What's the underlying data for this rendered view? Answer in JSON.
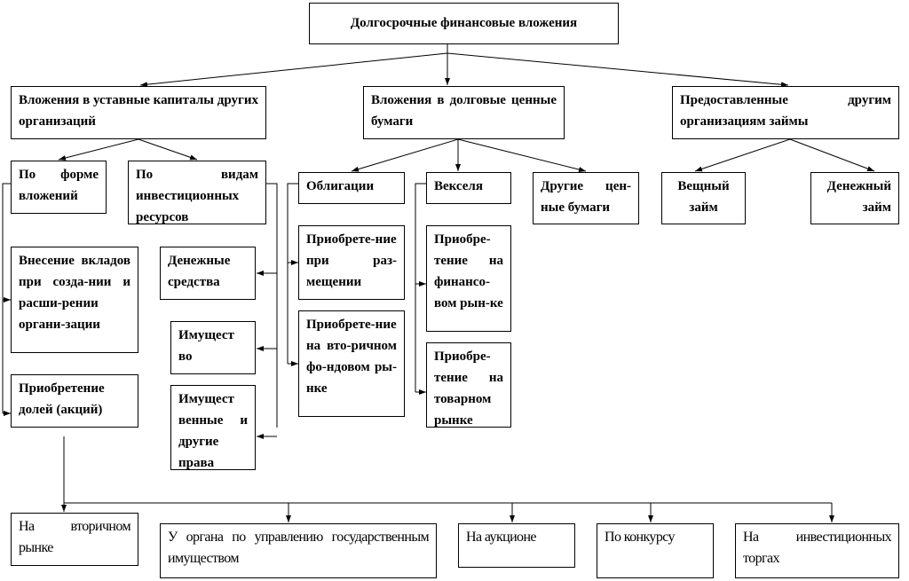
{
  "title": "Долгосрочные финансовые вложения",
  "level1": {
    "charter_capital": "Вложения в уставные капиталы других организаций",
    "debt_securities": "Вложения в долговые ценные бумаги",
    "loans": "Предоставленные другим организациям займы"
  },
  "charter": {
    "by_form": "По форме вложений",
    "by_resources": "По видам инвестиционных ресурсов",
    "contribution": "Внесение вкладов при созда-нии и расши-рении органи-зации",
    "shares": "Приобретение долей (акций)",
    "cash": "Денежные средства",
    "property": "Имущест во",
    "property_rights": "Имущест венные и другие права"
  },
  "debt": {
    "bonds": "Облигации",
    "bills": "Векселя",
    "other": "Другие цен-ные бумаги",
    "bonds_placement": "Приобрете-ние при раз-мещении",
    "bonds_secondary": "Приобрете-ние на вто-ричном фо-ндовом ры-нке",
    "bills_financial": "Приобре-тение на финансо-вом рын-ке",
    "bills_commodity": "Приобре-тение на товарном рынке"
  },
  "loans": {
    "material": "Вещный займ",
    "monetary": "Денежный займ"
  },
  "bottom": {
    "secondary_market": "На вторичном рынке",
    "state_body": "У органа по управлению государственным имуществом",
    "auction": "На аукционе",
    "tender": "По конкурсу",
    "investment_trades": "На инвестиционных торгах"
  }
}
